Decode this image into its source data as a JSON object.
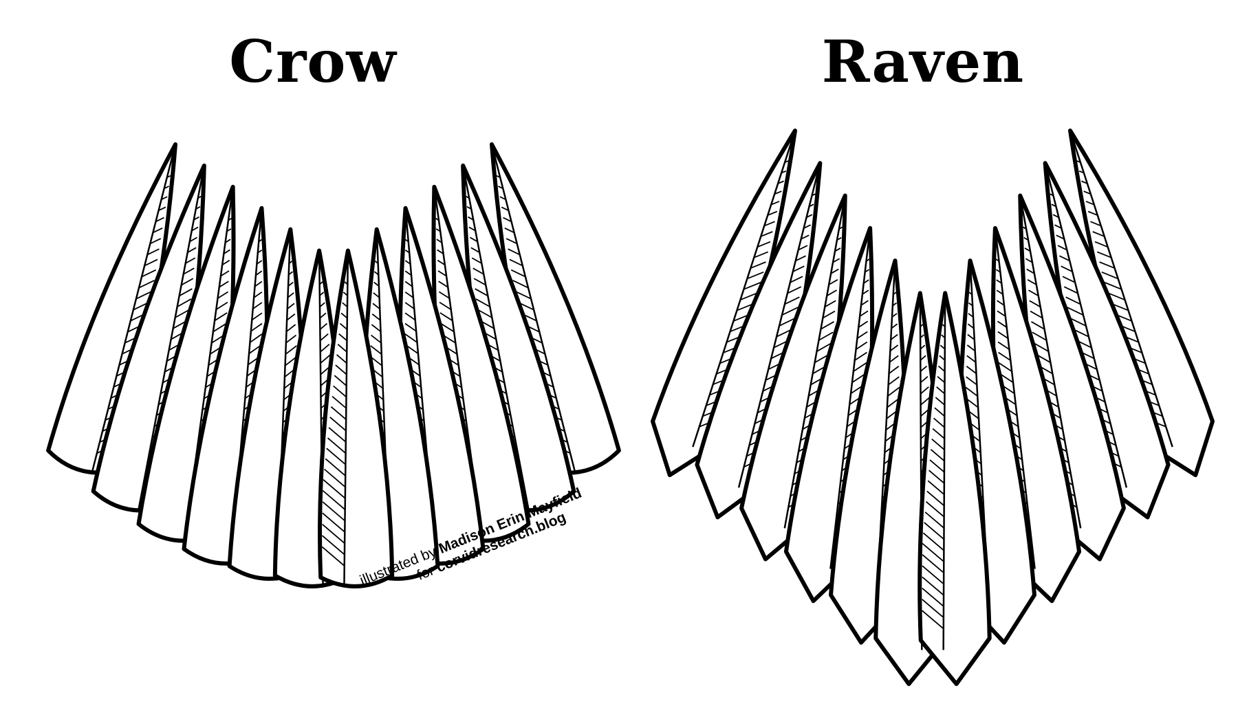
{
  "titles": {
    "crow": "Crow",
    "raven": "Raven"
  },
  "credit": {
    "line1_prefix": "illustrated by",
    "author": "Madison Erin Mayfield",
    "line2_prefix": "for",
    "site": "corvidresearch.blog"
  },
  "colors": {
    "ink": "#000000",
    "paper": "#ffffff"
  }
}
